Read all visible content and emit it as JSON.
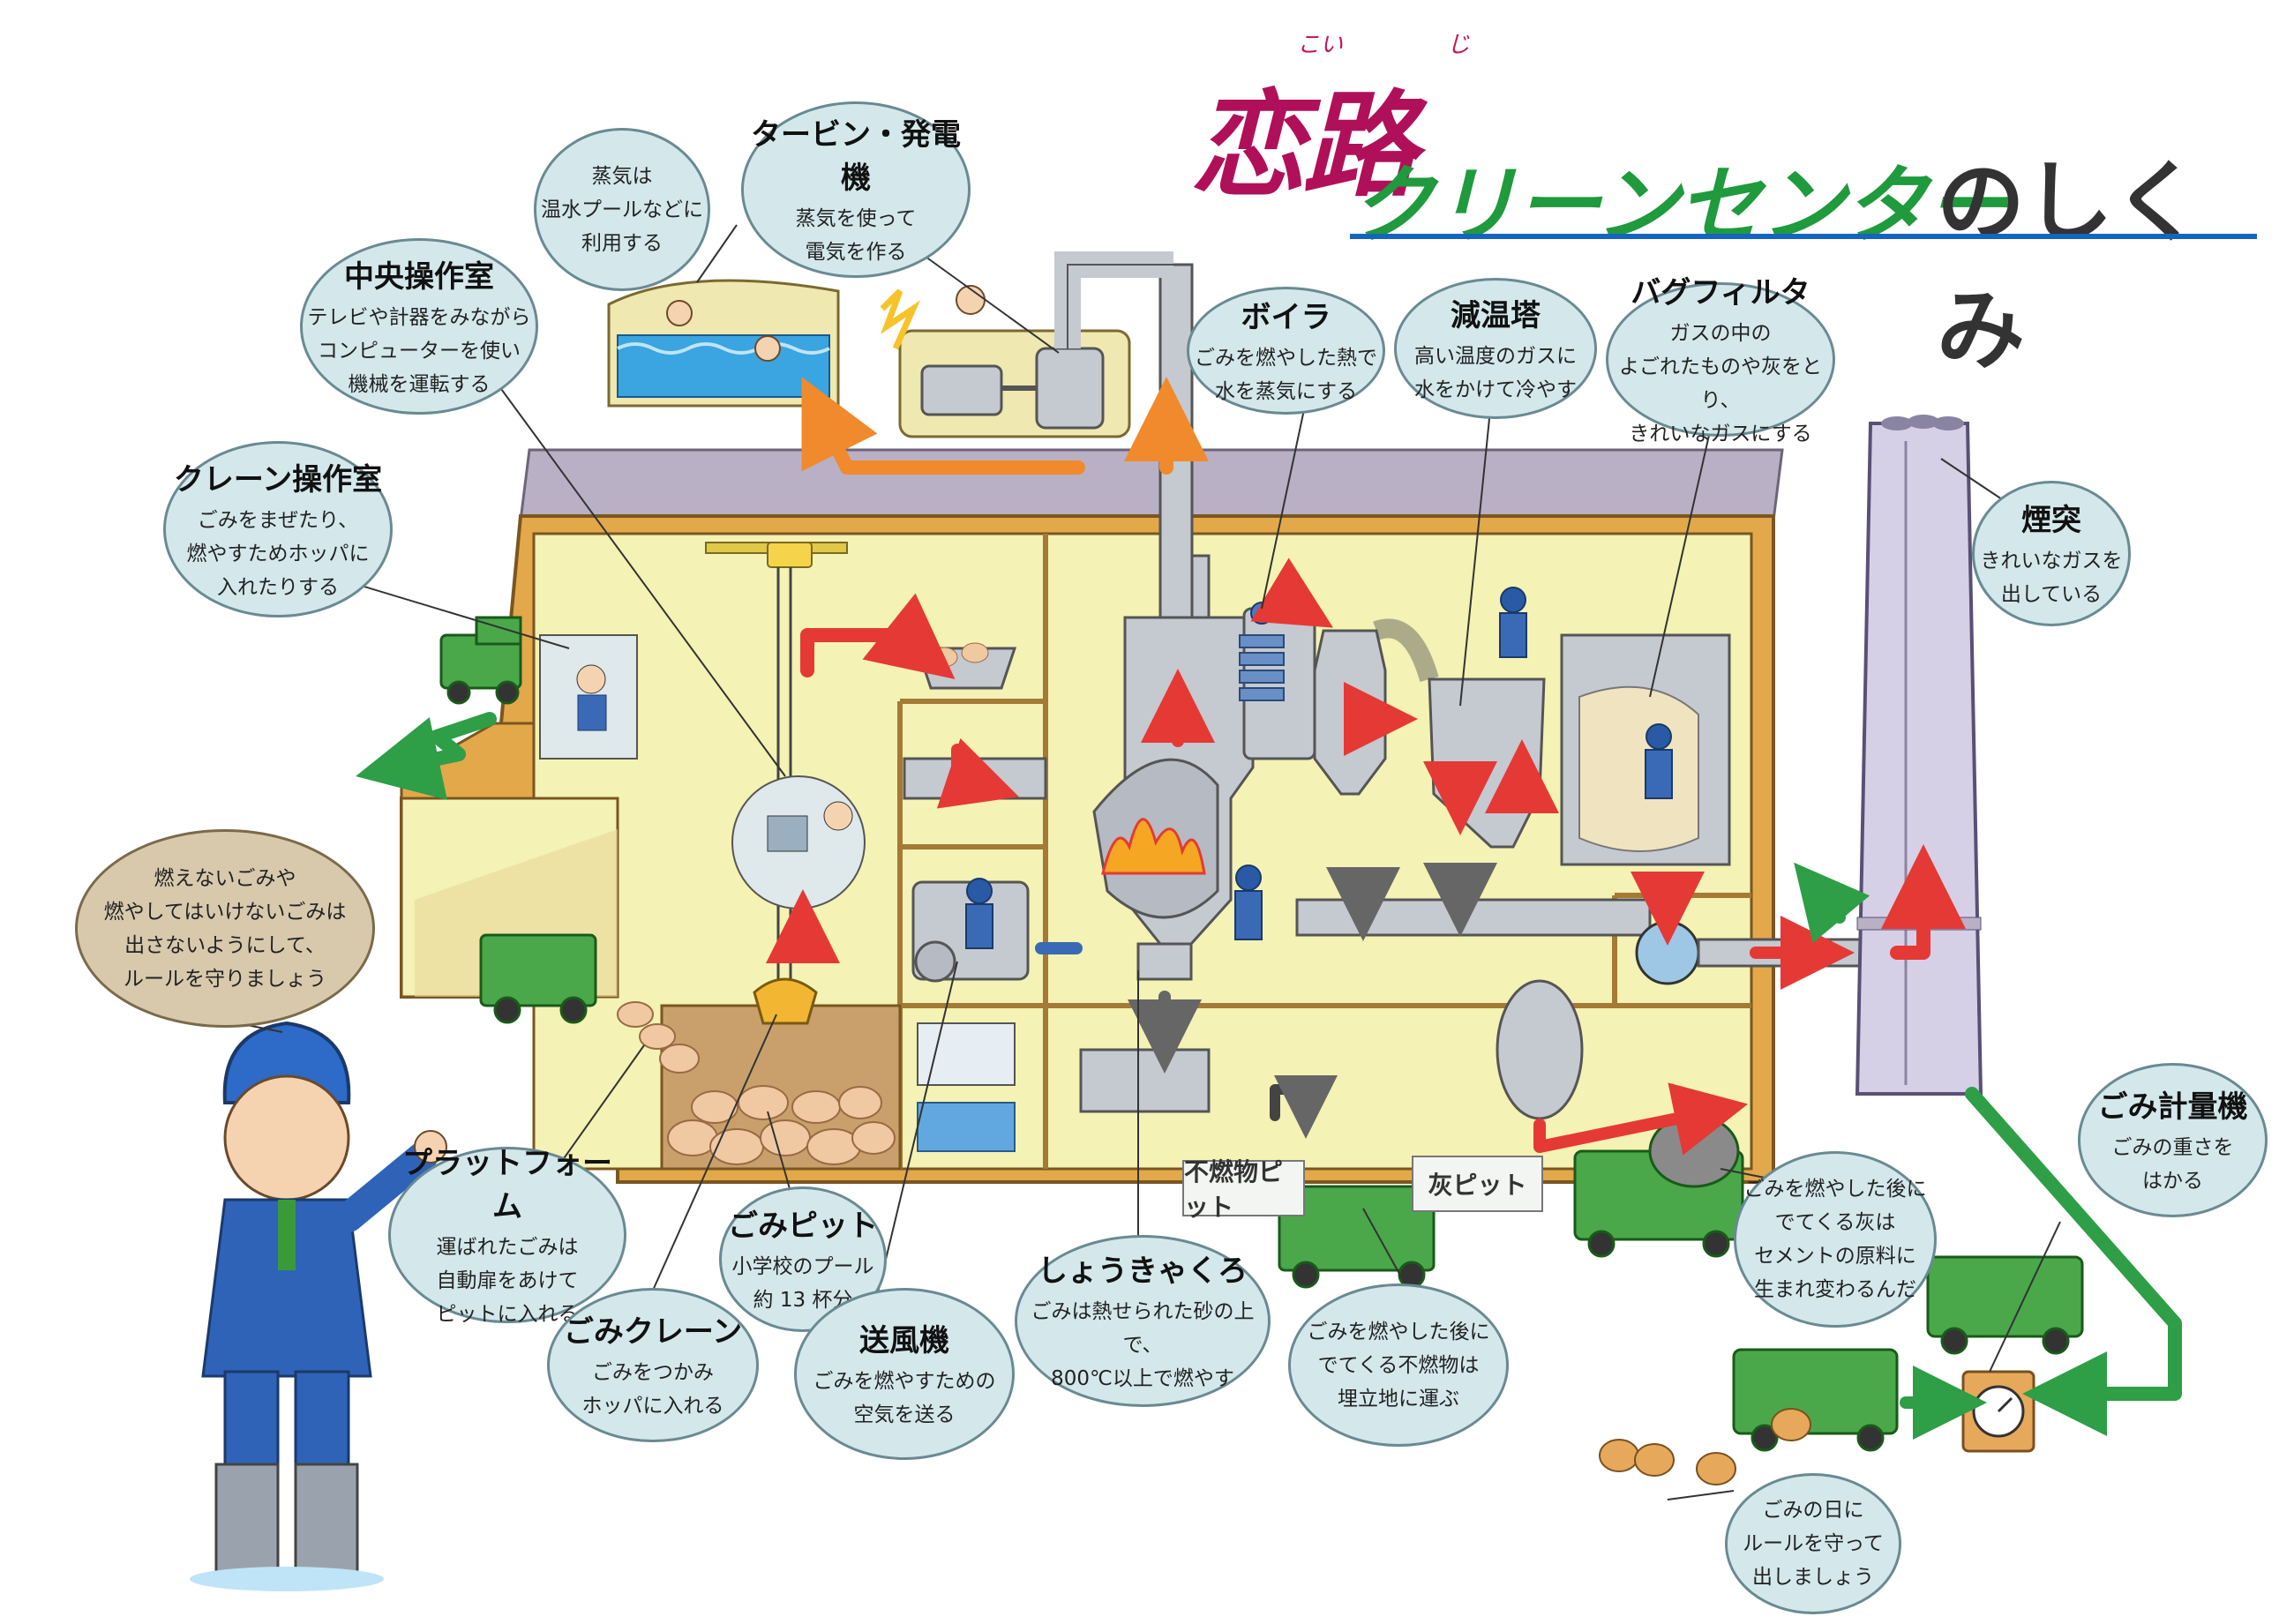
{
  "title": {
    "ruby_left": "こい",
    "ruby_right": "じ",
    "name": "恋路",
    "subtitle": "クリーンセンター",
    "suffix": "のしくみ"
  },
  "callouts": {
    "steam_use": {
      "heading": "",
      "lines": [
        "蒸気は",
        "温水プールなどに",
        "利用する"
      ]
    },
    "turbine": {
      "heading": "タービン・発電機",
      "lines": [
        "蒸気を使って",
        "電気を作る"
      ]
    },
    "central_control": {
      "heading": "中央操作室",
      "lines": [
        "テレビや計器をみながら",
        "コンピューターを使い",
        "機械を運転する"
      ]
    },
    "crane_control": {
      "heading": "クレーン操作室",
      "lines": [
        "ごみをまぜたり、",
        "燃やすためホッパに",
        "入れたりする"
      ]
    },
    "boiler": {
      "heading": "ボイラ",
      "lines": [
        "ごみを燃やした熱で",
        "水を蒸気にする"
      ]
    },
    "cooling_tower": {
      "heading": "減温塔",
      "lines": [
        "高い温度のガスに",
        "水をかけて冷やす"
      ]
    },
    "bag_filter": {
      "heading": "バグフィルタ",
      "lines": [
        "ガスの中の",
        "よごれたものや灰をとり、",
        "きれいなガスにする"
      ]
    },
    "chimney": {
      "heading": "煙突",
      "lines": [
        "きれいなガスを",
        "出している"
      ]
    },
    "advice": {
      "heading": "",
      "lines": [
        "燃えないごみや",
        "燃やしてはいけないごみは",
        "出さないようにして、",
        "ルールを守りましょう"
      ]
    },
    "platform": {
      "heading": "プラットフォーム",
      "lines": [
        "運ばれたごみは",
        "自動扉をあけて",
        "ピットに入れる"
      ]
    },
    "pit": {
      "heading": "ごみピット",
      "lines": [
        "小学校のプール",
        "約 13 杯分"
      ]
    },
    "crane": {
      "heading": "ごみクレーン",
      "lines": [
        "ごみをつかみ",
        "ホッパに入れる"
      ]
    },
    "blower": {
      "heading": "送風機",
      "lines": [
        "ごみを燃やすための",
        "空気を送る"
      ]
    },
    "incinerator": {
      "heading": "しょうきゃくろ",
      "lines": [
        "ごみは熱せられた砂の上で、",
        "800℃以上で燃やす"
      ]
    },
    "incombustibles": {
      "heading": "",
      "lines": [
        "ごみを燃やした後に",
        "でてくる不燃物は",
        "埋立地に運ぶ"
      ]
    },
    "ash": {
      "heading": "",
      "lines": [
        "ごみを燃やした後に",
        "でてくる灰は",
        "セメントの原料に",
        "生まれ変わるんだ"
      ]
    },
    "scale": {
      "heading": "ごみ計量機",
      "lines": [
        "ごみの重さを",
        "はかる"
      ]
    },
    "collection_day": {
      "heading": "",
      "lines": [
        "ごみの日に",
        "ルールを守って",
        "出しましょう"
      ]
    }
  },
  "pits": {
    "incombustible": "不燃物ピット",
    "ash": "灰ピット"
  },
  "colors": {
    "building": "#e2a84a",
    "interior": "#f4f2b4",
    "roof": "#b9b0c6",
    "bubble": "#d4e8ec",
    "arrow_red": "#e53935",
    "arrow_green": "#2e9e47",
    "title_pink": "#b0105a",
    "title_green": "#1f9a3c"
  }
}
